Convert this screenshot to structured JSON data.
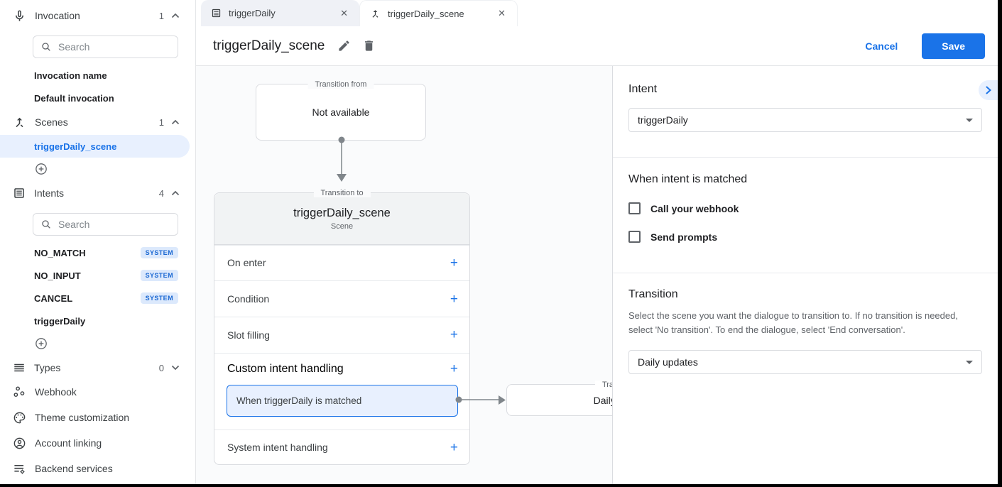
{
  "app": {
    "accent_color": "#1a73e8",
    "selection_color": "#e8f0fe"
  },
  "sidebar": {
    "invocation": {
      "label": "Invocation",
      "count": "1",
      "search_placeholder": "Search",
      "items": [
        "Invocation name",
        "Default invocation"
      ]
    },
    "scenes": {
      "label": "Scenes",
      "count": "1",
      "selected_item": "triggerDaily_scene"
    },
    "intents": {
      "label": "Intents",
      "count": "4",
      "search_placeholder": "Search",
      "items": [
        {
          "name": "NO_MATCH",
          "badge": "SYSTEM"
        },
        {
          "name": "NO_INPUT",
          "badge": "SYSTEM"
        },
        {
          "name": "CANCEL",
          "badge": "SYSTEM"
        },
        {
          "name": "triggerDaily",
          "badge": ""
        }
      ]
    },
    "types": {
      "label": "Types",
      "count": "0"
    },
    "links": [
      "Webhook",
      "Theme customization",
      "Account linking",
      "Backend services"
    ]
  },
  "tabs": [
    {
      "label": "triggerDaily"
    },
    {
      "label": "triggerDaily_scene"
    }
  ],
  "header": {
    "title": "triggerDaily_scene",
    "cancel_label": "Cancel",
    "save_label": "Save"
  },
  "canvas": {
    "from_box": {
      "legend": "Transition from",
      "label": "Not available"
    },
    "scene_card": {
      "legend": "Transition to",
      "title": "triggerDaily_scene",
      "subtitle": "Scene",
      "rows": [
        "On enter",
        "Condition",
        "Slot filling",
        "Custom intent handling",
        "System intent handling"
      ],
      "sub_item": "When triggerDaily is matched"
    },
    "target_box": {
      "legend": "Transition to",
      "label": "Daily updates"
    }
  },
  "panel": {
    "intent": {
      "heading": "Intent",
      "value": "triggerDaily"
    },
    "matched": {
      "heading": "When intent is matched",
      "checkboxes": [
        {
          "label": "Call your webhook",
          "checked": false
        },
        {
          "label": "Send prompts",
          "checked": false
        }
      ]
    },
    "transition": {
      "heading": "Transition",
      "description": "Select the scene you want the dialogue to transition to. If no transition is needed, select 'No transition'. To end the dialogue, select 'End conversation'.",
      "value": "Daily updates"
    }
  }
}
